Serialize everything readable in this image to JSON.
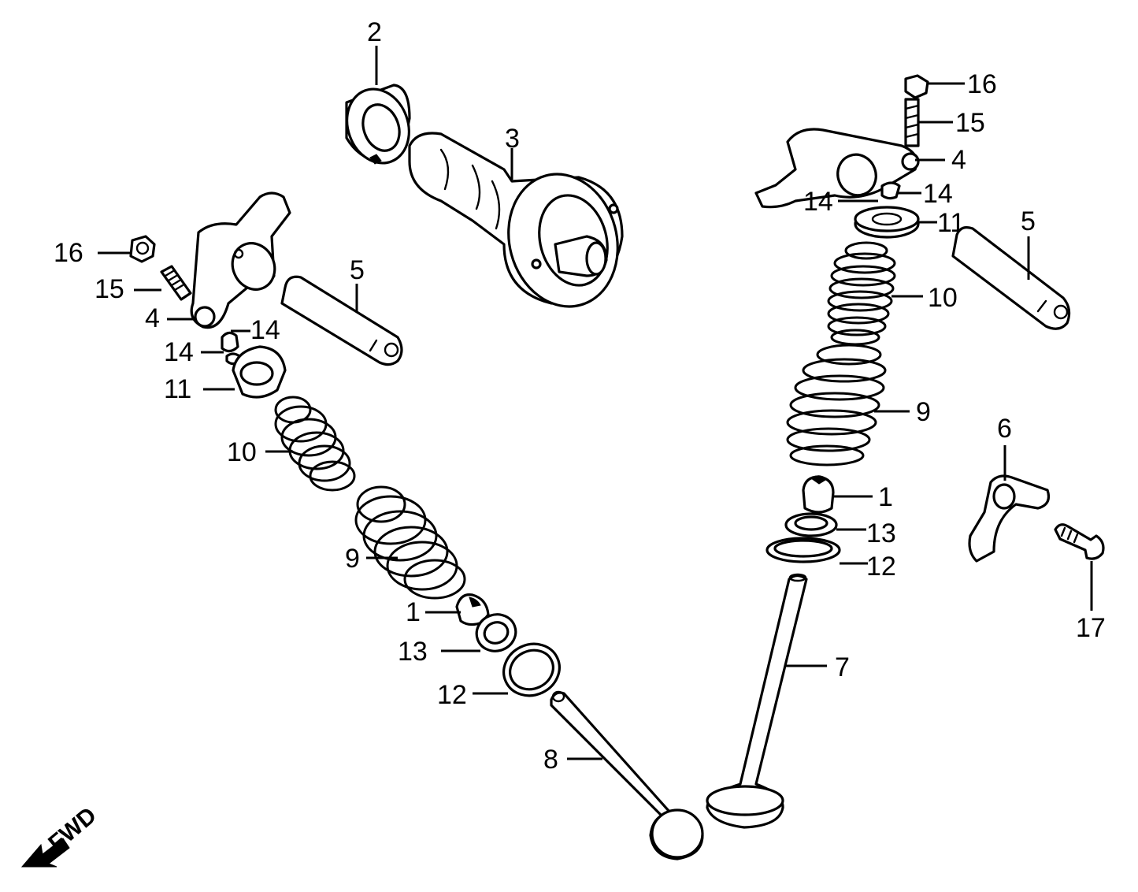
{
  "callouts": {
    "c2": "2",
    "c3": "3",
    "c16_left": "16",
    "c15_left": "15",
    "c4_left": "4",
    "c14_left_a": "14",
    "c14_left_b": "14",
    "c5_left": "5",
    "c11_left": "11",
    "c10_left": "10",
    "c9_left": "9",
    "c1_left": "1",
    "c13_left": "13",
    "c12_left": "12",
    "c8": "8",
    "c16_right": "16",
    "c15_right": "15",
    "c4_right": "4",
    "c14_right_a": "14",
    "c14_right_b": "14",
    "c11_right": "11",
    "c5_right": "5",
    "c10_right": "10",
    "c9_right": "9",
    "c1_right": "1",
    "c13_right": "13",
    "c12_right": "12",
    "c7": "7",
    "c6": "6",
    "c17": "17"
  },
  "direction_marker": {
    "label": "FWD",
    "icon": "arrow-left-down-icon"
  }
}
